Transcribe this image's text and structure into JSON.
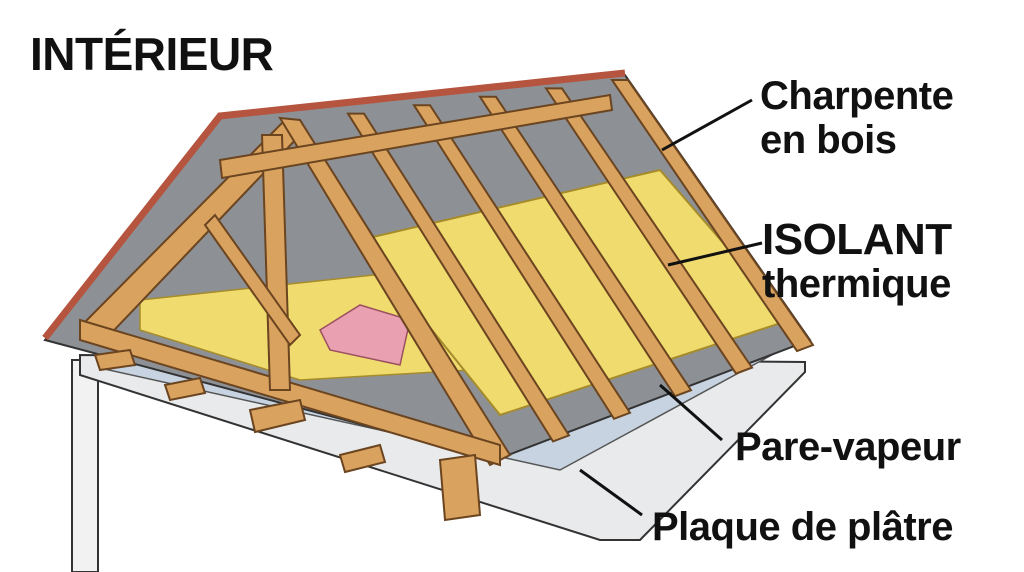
{
  "title": "INTÉRIEUR",
  "labels": {
    "charpente_1": "Charpente",
    "charpente_2": "en bois",
    "isolant_1": "ISOLANT",
    "isolant_2": "thermique",
    "pare_vapeur": "Pare-vapeur",
    "plaque": "Plaque de plâtre"
  },
  "colors": {
    "wood": "#d9a35f",
    "wood_dark": "#8a5a2b",
    "insulation": "#f0db6e",
    "pink_insulation": "#e9a0b0",
    "roof_tile": "#b5553f",
    "underside": "#8d9196",
    "vapor_barrier": "#c7d3e0"
  }
}
